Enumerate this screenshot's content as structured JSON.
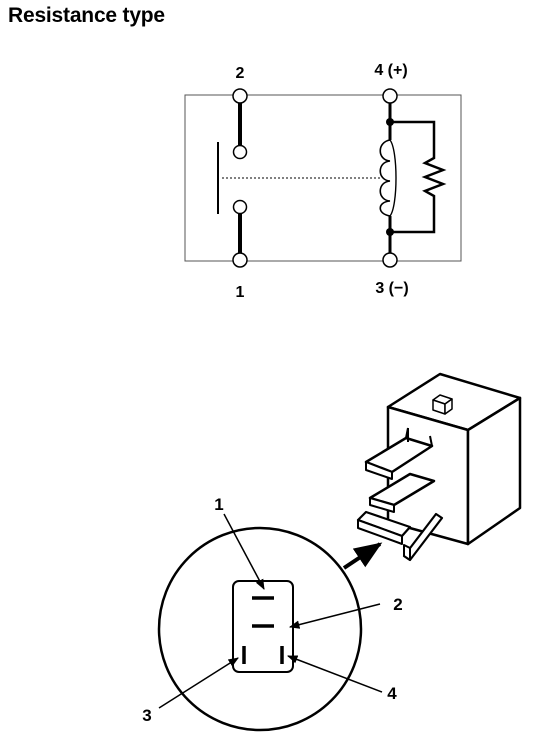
{
  "title": "Resistance type",
  "schematic": {
    "terminals": [
      {
        "id": "2",
        "label": "2"
      },
      {
        "id": "4",
        "label": "4 (+)"
      },
      {
        "id": "1",
        "label": "1"
      },
      {
        "id": "3",
        "label": "3 (−)"
      }
    ]
  },
  "connector": {
    "callouts": [
      "1",
      "2",
      "3",
      "4"
    ]
  },
  "colors": {
    "ink": "#000000",
    "frame": "#555555",
    "paper": "#ffffff"
  }
}
